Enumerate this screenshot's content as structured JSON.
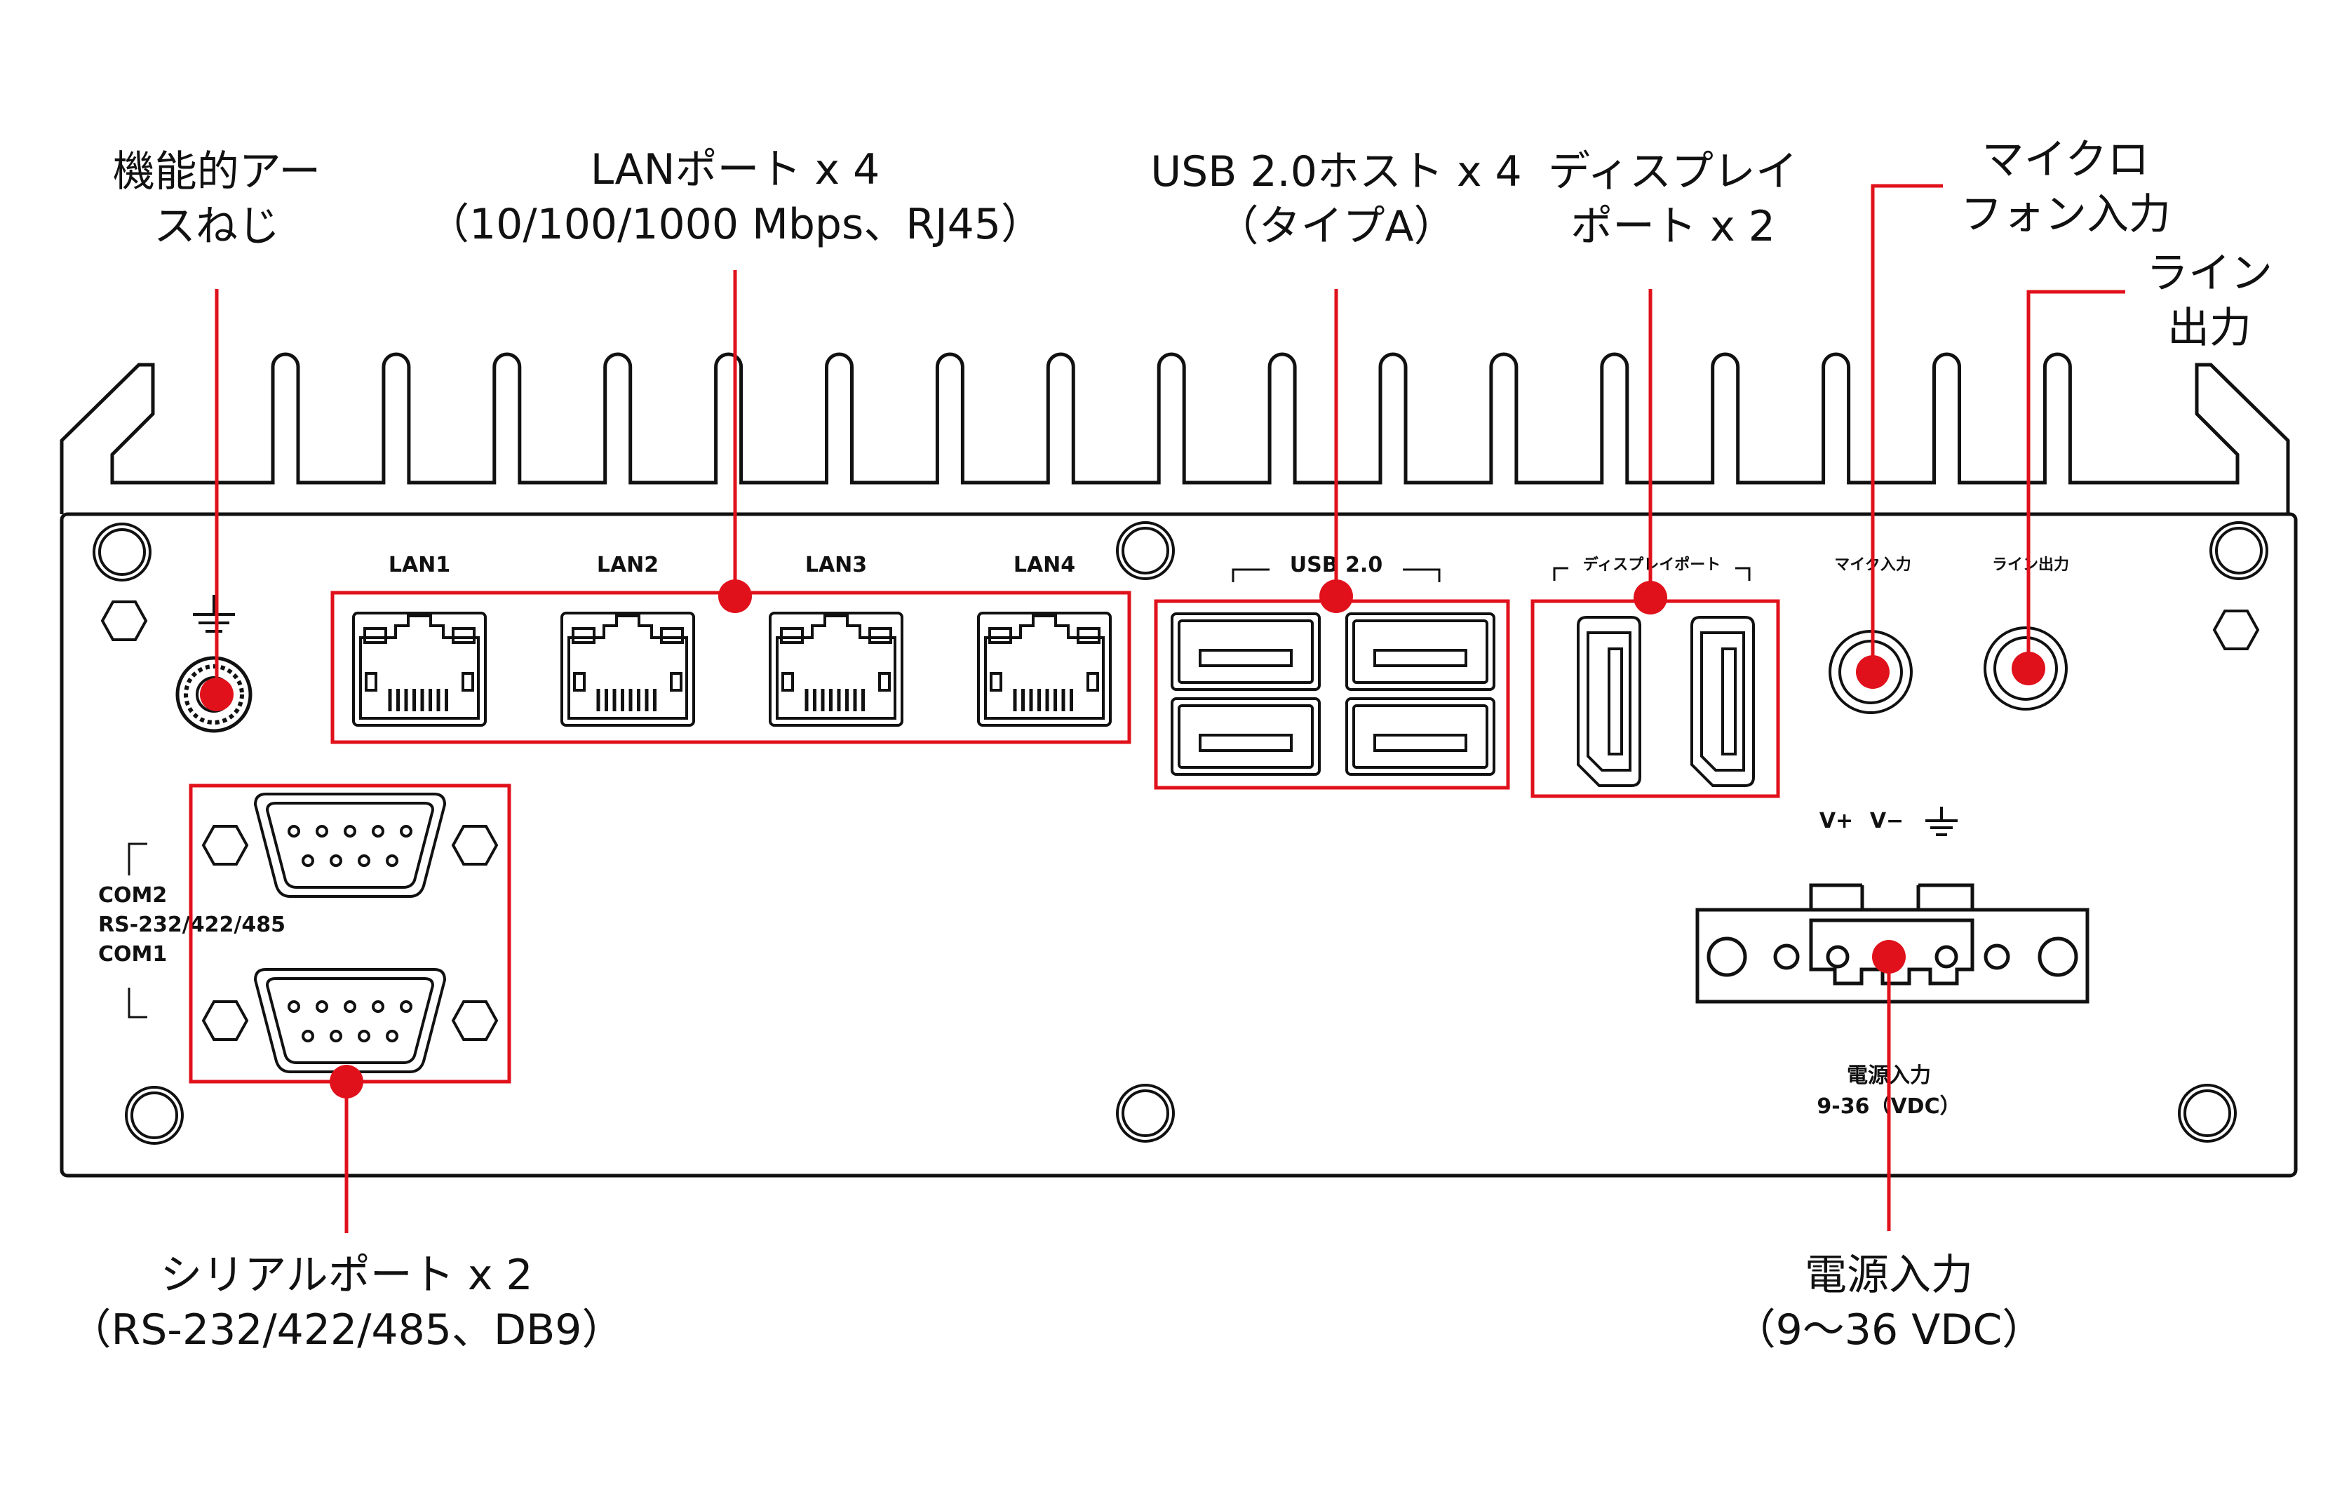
{
  "callouts": {
    "ground_screw": {
      "line1": "機能的アー",
      "line2": "スねじ"
    },
    "lan": {
      "line1": "LANポート x 4",
      "line2": "（10/100/1000 Mbps、RJ45）"
    },
    "usb": {
      "line1": "USB 2.0ホスト x 4",
      "line2": "（タイプA）"
    },
    "displayport": {
      "line1": "ディスプレイ",
      "line2": "ポート x 2"
    },
    "mic": {
      "line1": "マイクロ",
      "line2": "フォン入力"
    },
    "line_out": {
      "line1": "ライン",
      "line2": "出力"
    },
    "serial": {
      "line1": "シリアルポート x 2",
      "line2": "（RS-232/422/485、DB9）"
    },
    "power": {
      "line1": "電源入力",
      "line2": "（9〜36 VDC）"
    }
  },
  "panel": {
    "lan_labels": [
      "LAN1",
      "LAN2",
      "LAN3",
      "LAN4"
    ],
    "usb_label": "USB 2.0",
    "dp_label": "ディスプレイポート",
    "mic_label": "マイク入力",
    "lineout_label": "ライン出力",
    "com2": "COM2",
    "com_standard": "RS-232/422/485",
    "com1": "COM1",
    "v_plus": "V+",
    "v_minus": "V−",
    "power_label": "電源入力",
    "power_range": "9-36（VDC）"
  },
  "colors": {
    "accent": "#e0111b",
    "outline": "#111111",
    "background": "#ffffff"
  }
}
